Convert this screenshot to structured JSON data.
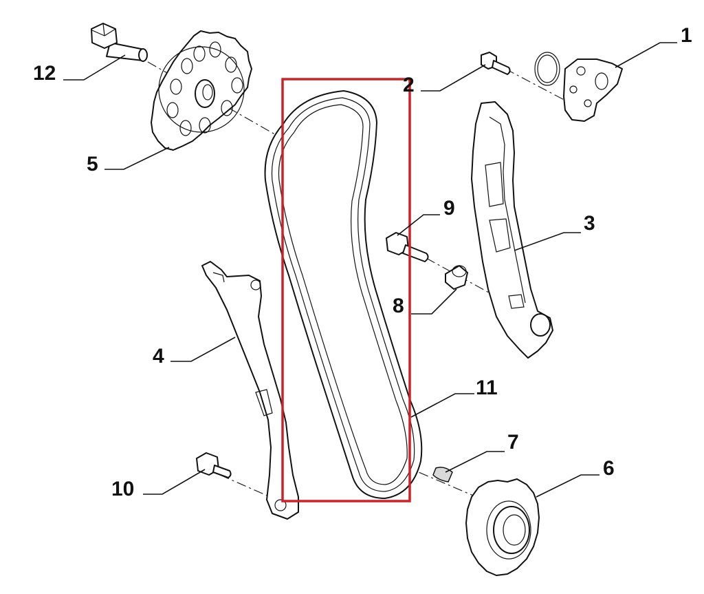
{
  "diagram": {
    "highlight_color": "#d0202a",
    "callouts": [
      {
        "id": "1",
        "text": "1"
      },
      {
        "id": "2",
        "text": "2"
      },
      {
        "id": "3",
        "text": "3"
      },
      {
        "id": "4",
        "text": "4"
      },
      {
        "id": "5",
        "text": "5"
      },
      {
        "id": "6",
        "text": "6"
      },
      {
        "id": "7",
        "text": "7"
      },
      {
        "id": "8",
        "text": "8"
      },
      {
        "id": "9",
        "text": "9"
      },
      {
        "id": "10",
        "text": "10"
      },
      {
        "id": "11",
        "text": "11"
      },
      {
        "id": "12",
        "text": "12"
      }
    ]
  }
}
